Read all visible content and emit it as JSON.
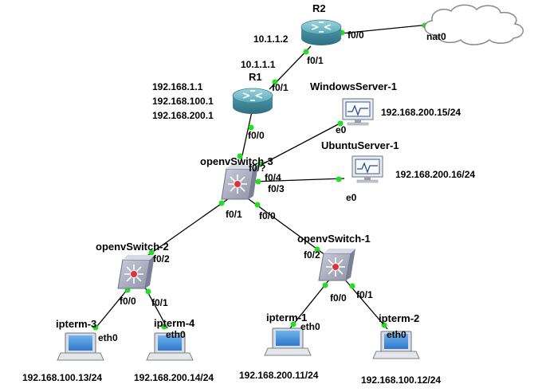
{
  "routers": {
    "r2": {
      "name": "R2",
      "ips": [
        "10.1.1.2"
      ]
    },
    "r1": {
      "name": "R1",
      "ips": [
        "10.1.1.1",
        "192.168.1.1",
        "192.168.100.1",
        "192.168.200.1"
      ]
    }
  },
  "cloud": {
    "name": "nat0"
  },
  "switches": {
    "sw3": {
      "name": "openvSwitch-3"
    },
    "sw2": {
      "name": "openvSwitch-2"
    },
    "sw1": {
      "name": "openvSwitch-1"
    }
  },
  "servers": {
    "windows": {
      "name": "WindowsServer-1",
      "ip": "192.168.200.15/24"
    },
    "ubuntu": {
      "name": "UbuntuServer-1",
      "ip": "192.168.200.16/24"
    }
  },
  "hosts": {
    "ipterm3": {
      "name": "ipterm-3",
      "ip": "192.168.100.13/24"
    },
    "ipterm4": {
      "name": "ipterm-4",
      "ip": "192.168.200.14/24"
    },
    "ipterm1": {
      "name": "ipterm-1",
      "ip": "192.168.200.11/24"
    },
    "ipterm2": {
      "name": "ipterm-2",
      "ip": "192.168.100.12/24"
    }
  },
  "ports": {
    "r2_f00": "f0/0",
    "r2_f01": "f0/1",
    "r1_f01": "f0/1",
    "r1_f00": "f0/0",
    "sw3_win": "f0/?",
    "sw3_f04": "f0/4",
    "sw3_f03": "f0/3",
    "sw3_f01": "f0/1",
    "sw3_f00": "f0/0",
    "sw2_f02": "f0/2",
    "sw2_f00": "f0/0",
    "sw2_f01": "f0/1",
    "sw1_f02": "f0/2",
    "sw1_f00": "f0/0",
    "sw1_f01": "f0/1",
    "win_e0": "e0",
    "ubu_e0": "e0",
    "ipterm3_eth0": "eth0",
    "ipterm4_eth0": "eth0",
    "ipterm1_eth0": "eth0",
    "ipterm2_eth0": "eth0"
  }
}
